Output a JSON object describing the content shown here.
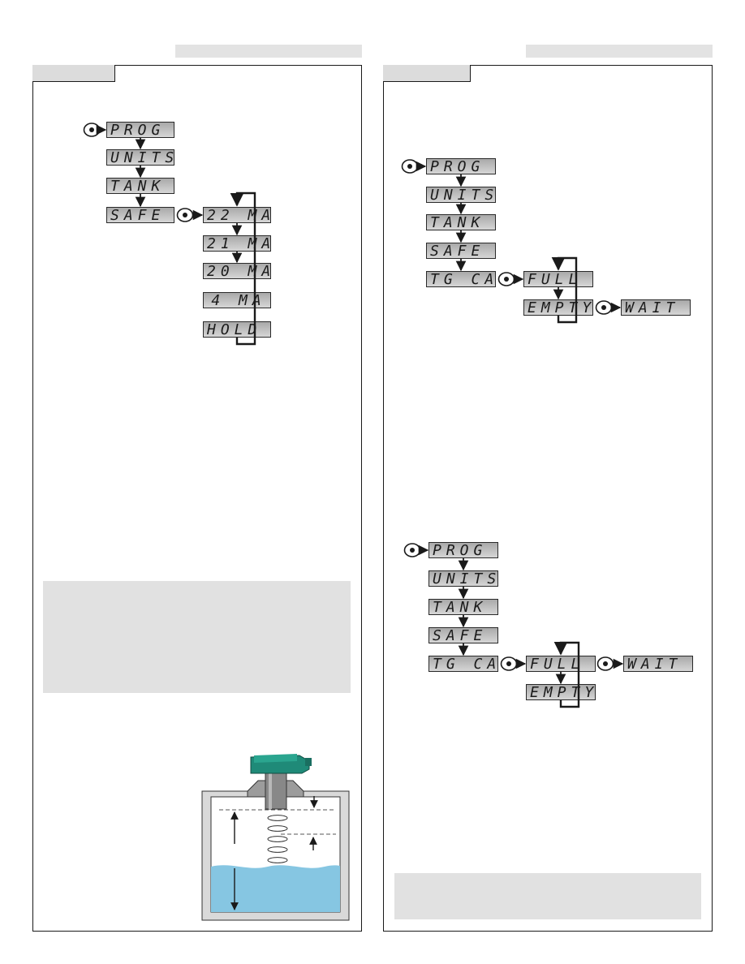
{
  "left_panel": {
    "display_flow": {
      "main": [
        "PROG",
        "UNITS",
        "TANK",
        "SAFE"
      ],
      "safe_options": [
        "22 MA",
        "21 MA",
        "20 MA",
        "4 MA",
        "HOLD"
      ]
    }
  },
  "right_panel": {
    "flow_empty": {
      "main": [
        "PROG",
        "UNITS",
        "TANK",
        "SAFE",
        "TG CAL"
      ],
      "options": [
        "FULL",
        "EMPTY"
      ],
      "result": "WAIT"
    },
    "flow_full": {
      "main": [
        "PROG",
        "UNITS",
        "TANK",
        "SAFE",
        "TG CAL"
      ],
      "options": [
        "FULL",
        "EMPTY"
      ],
      "result": "WAIT"
    }
  },
  "colors": {
    "header_bar": "#e3e3e3",
    "note_box": "#e1e1e1",
    "sensor_green": "#1f8a78",
    "liquid_blue": "#86c6e2",
    "tank_wall": "#d9d9d9"
  },
  "icons": [
    "enter-button-icon",
    "arrow-icon",
    "loop-bracket-icon",
    "ultrasonic-sensor-icon"
  ]
}
